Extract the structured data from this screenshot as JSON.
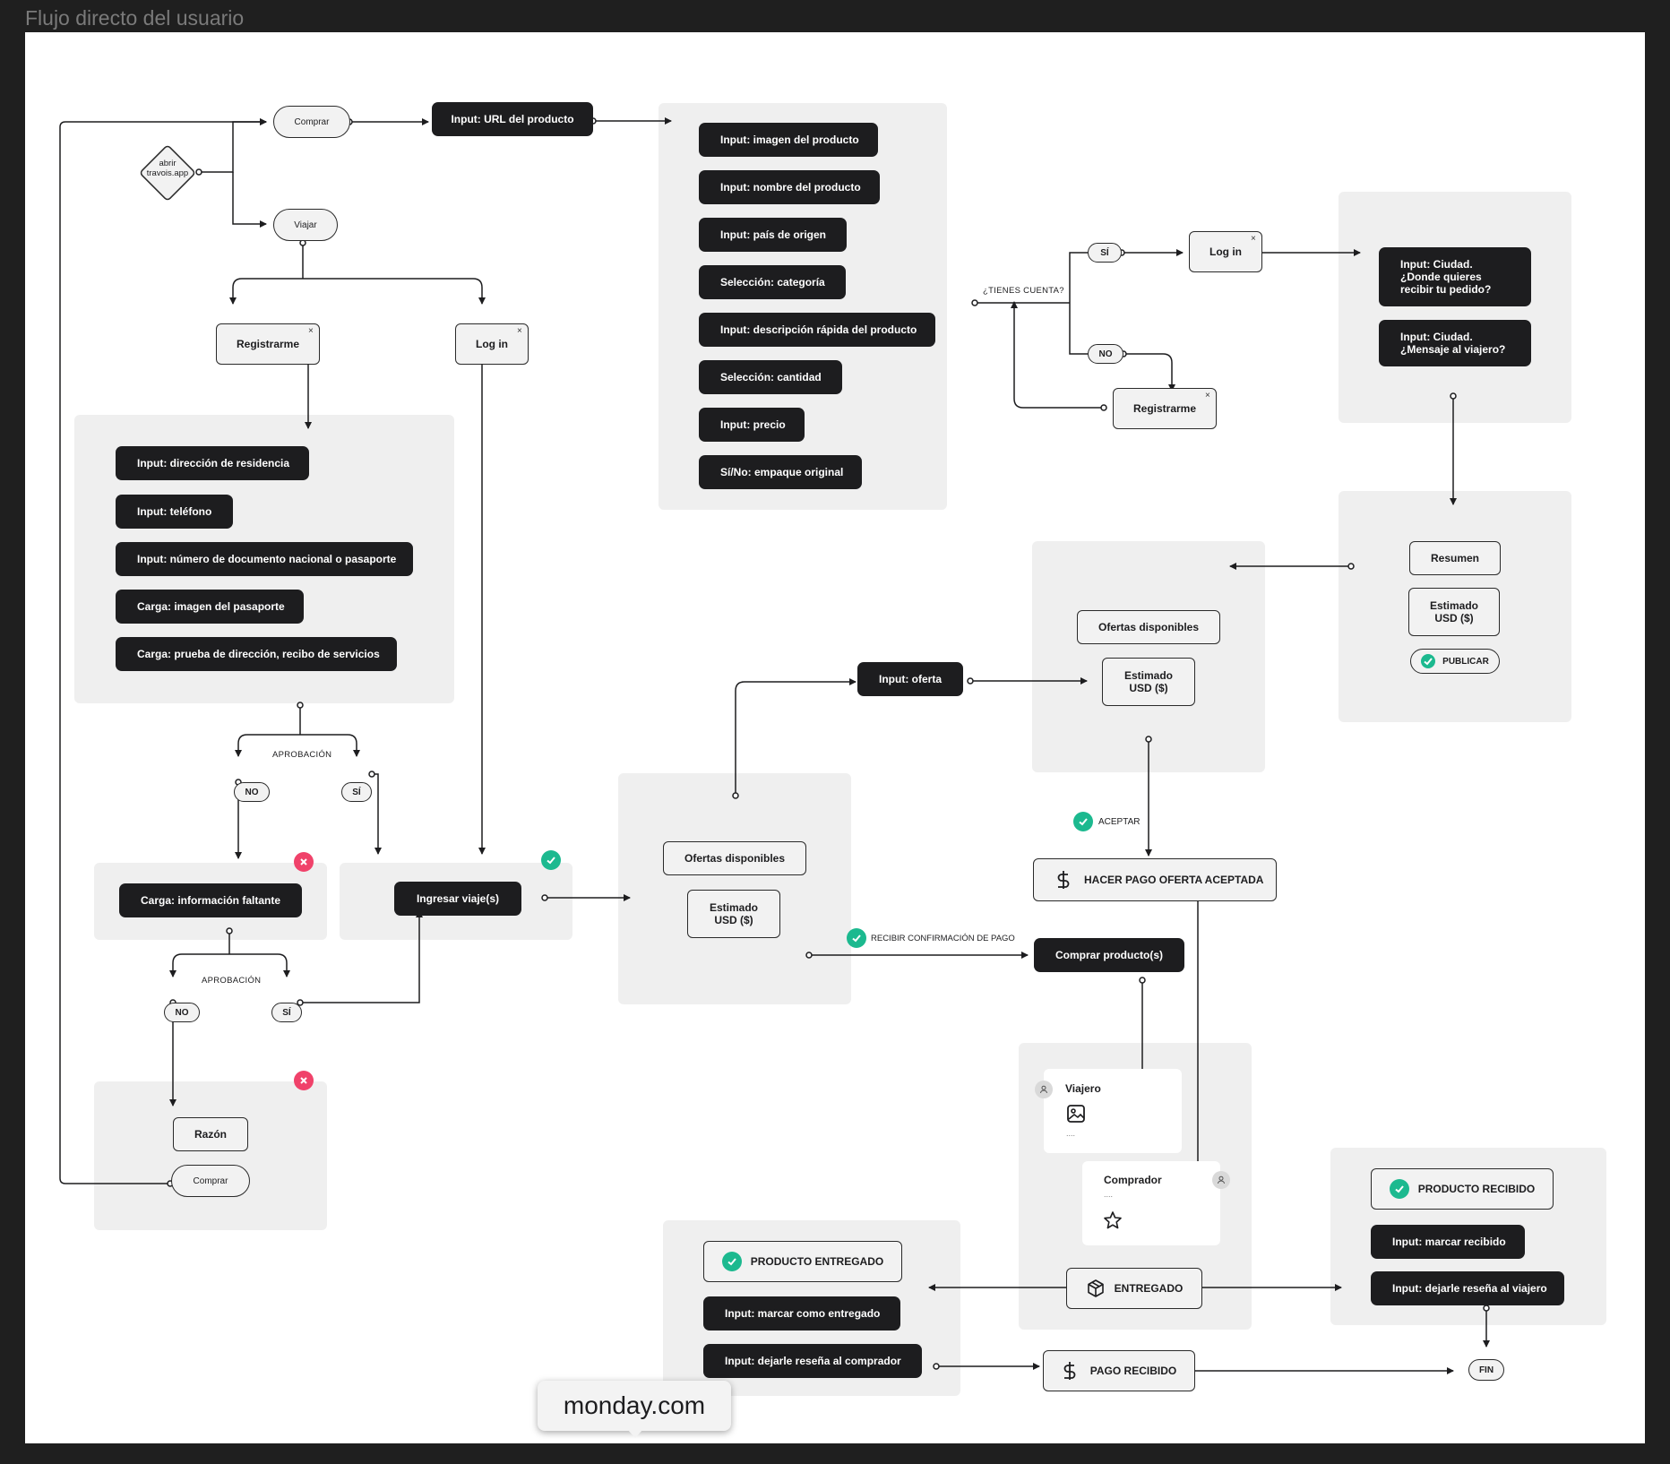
{
  "title": "Flujo directo del usuario",
  "start": {
    "l1": "abrir",
    "l2": "travois.app"
  },
  "comprar_pill": "Comprar",
  "viajar_pill": "Viajar",
  "url_input": "Input: URL del producto",
  "product_inputs": [
    "Input: imagen del producto",
    "Input: nombre del producto",
    "Input: país de origen",
    "Selección: categoría",
    "Input: descripción rápida del producto",
    "Selección: cantidad",
    "Input: precio",
    "Sí/No: empaque original"
  ],
  "tienes_cuenta": "¿TIENES CUENTA?",
  "si": "SÍ",
  "no": "NO",
  "login": "Log in",
  "registrarme": "Registrarme",
  "close_glyph": "×",
  "ciudad_pedido": {
    "l1": "Input: Ciudad.",
    "l2": "¿Donde quieres",
    "l3": "recibir tu pedido?"
  },
  "ciudad_mensaje": {
    "l1": "Input: Ciudad.",
    "l2": "¿Mensaje al viajero?"
  },
  "resumen": "Resumen",
  "estimado": {
    "l1": "Estimado",
    "l2": "USD ($)"
  },
  "publicar": "PUBLICAR",
  "traveler_inputs": [
    "Input: dirección de residencia",
    "Input: teléfono",
    "Input: número de documento nacional o pasaporte",
    "Carga: imagen del pasaporte",
    "Carga: prueba de dirección, recibo de servicios"
  ],
  "aprobacion": "APROBACIÓN",
  "carga_faltante": "Carga: información faltante",
  "ingresar_viaje": "Ingresar viaje(s)",
  "razon": "Razón",
  "ofertas": "Ofertas disponibles",
  "input_oferta": "Input: oferta",
  "aceptar": "ACEPTAR",
  "hacer_pago": "HACER PAGO OFERTA ACEPTADA",
  "recibir_confirmacion": "RECIBIR CONFIRMACIÓN DE PAGO",
  "comprar_productos": "Comprar producto(s)",
  "viajero": "Viajero",
  "comprador": "Comprador",
  "dots": "....",
  "entregado": "ENTREGADO",
  "producto_entregado": "PRODUCTO ENTREGADO",
  "marcar_entregado": "Input: marcar como entregado",
  "resena_comprador": "Input: dejarle reseña al comprador",
  "pago_recibido": "PAGO RECIBIDO",
  "producto_recibido": "PRODUCTO RECIBIDO",
  "marcar_recibido": "Input: marcar recibido",
  "resena_viajero": "Input: dejarle reseña al viajero",
  "fin": "FIN",
  "tooltip": "monday.com",
  "colors": {
    "accent_green": "#1cb98f",
    "reject_red": "#f0426a",
    "node_dark": "#1d1d1f",
    "group_gray": "#efefef"
  }
}
